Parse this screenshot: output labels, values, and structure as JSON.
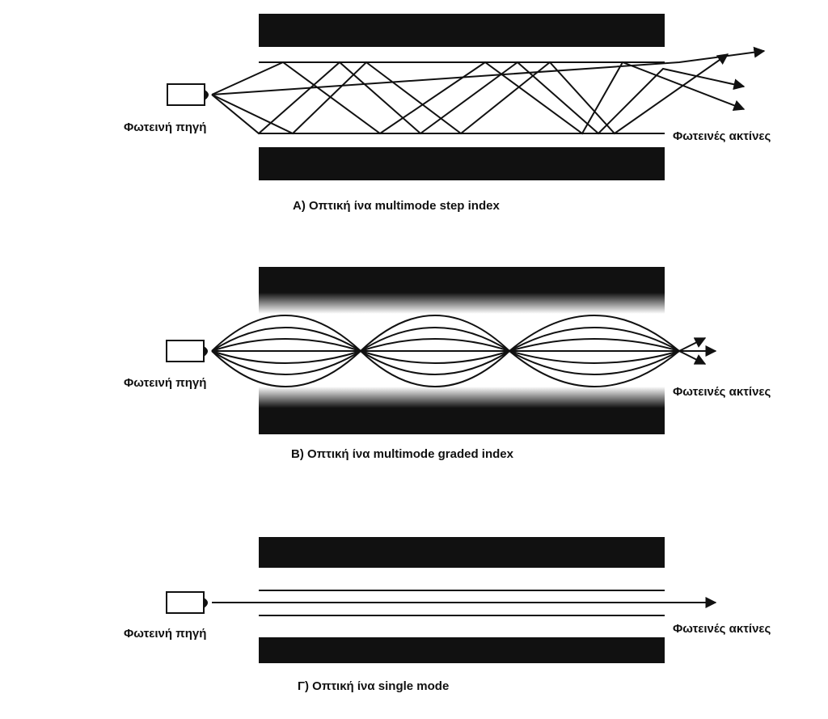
{
  "panels": [
    {
      "id": "A",
      "source_label": "Φωτεινή πηγή",
      "output_label": "Φωτεινές ακτίνες",
      "caption": "A) Οπτική ίνα multimode step index"
    },
    {
      "id": "B",
      "source_label": "Φωτεινή πηγή",
      "output_label": "Φωτεινές ακτίνες",
      "caption": "B) Οπτική ίνα multimode graded index"
    },
    {
      "id": "C",
      "source_label": "Φωτεινή πηγή",
      "output_label": "Φωτεινές ακτίνες",
      "caption": "Γ) Οπτική ίνα single mode"
    }
  ],
  "colors": {
    "ink": "#111111",
    "paper": "#ffffff"
  }
}
